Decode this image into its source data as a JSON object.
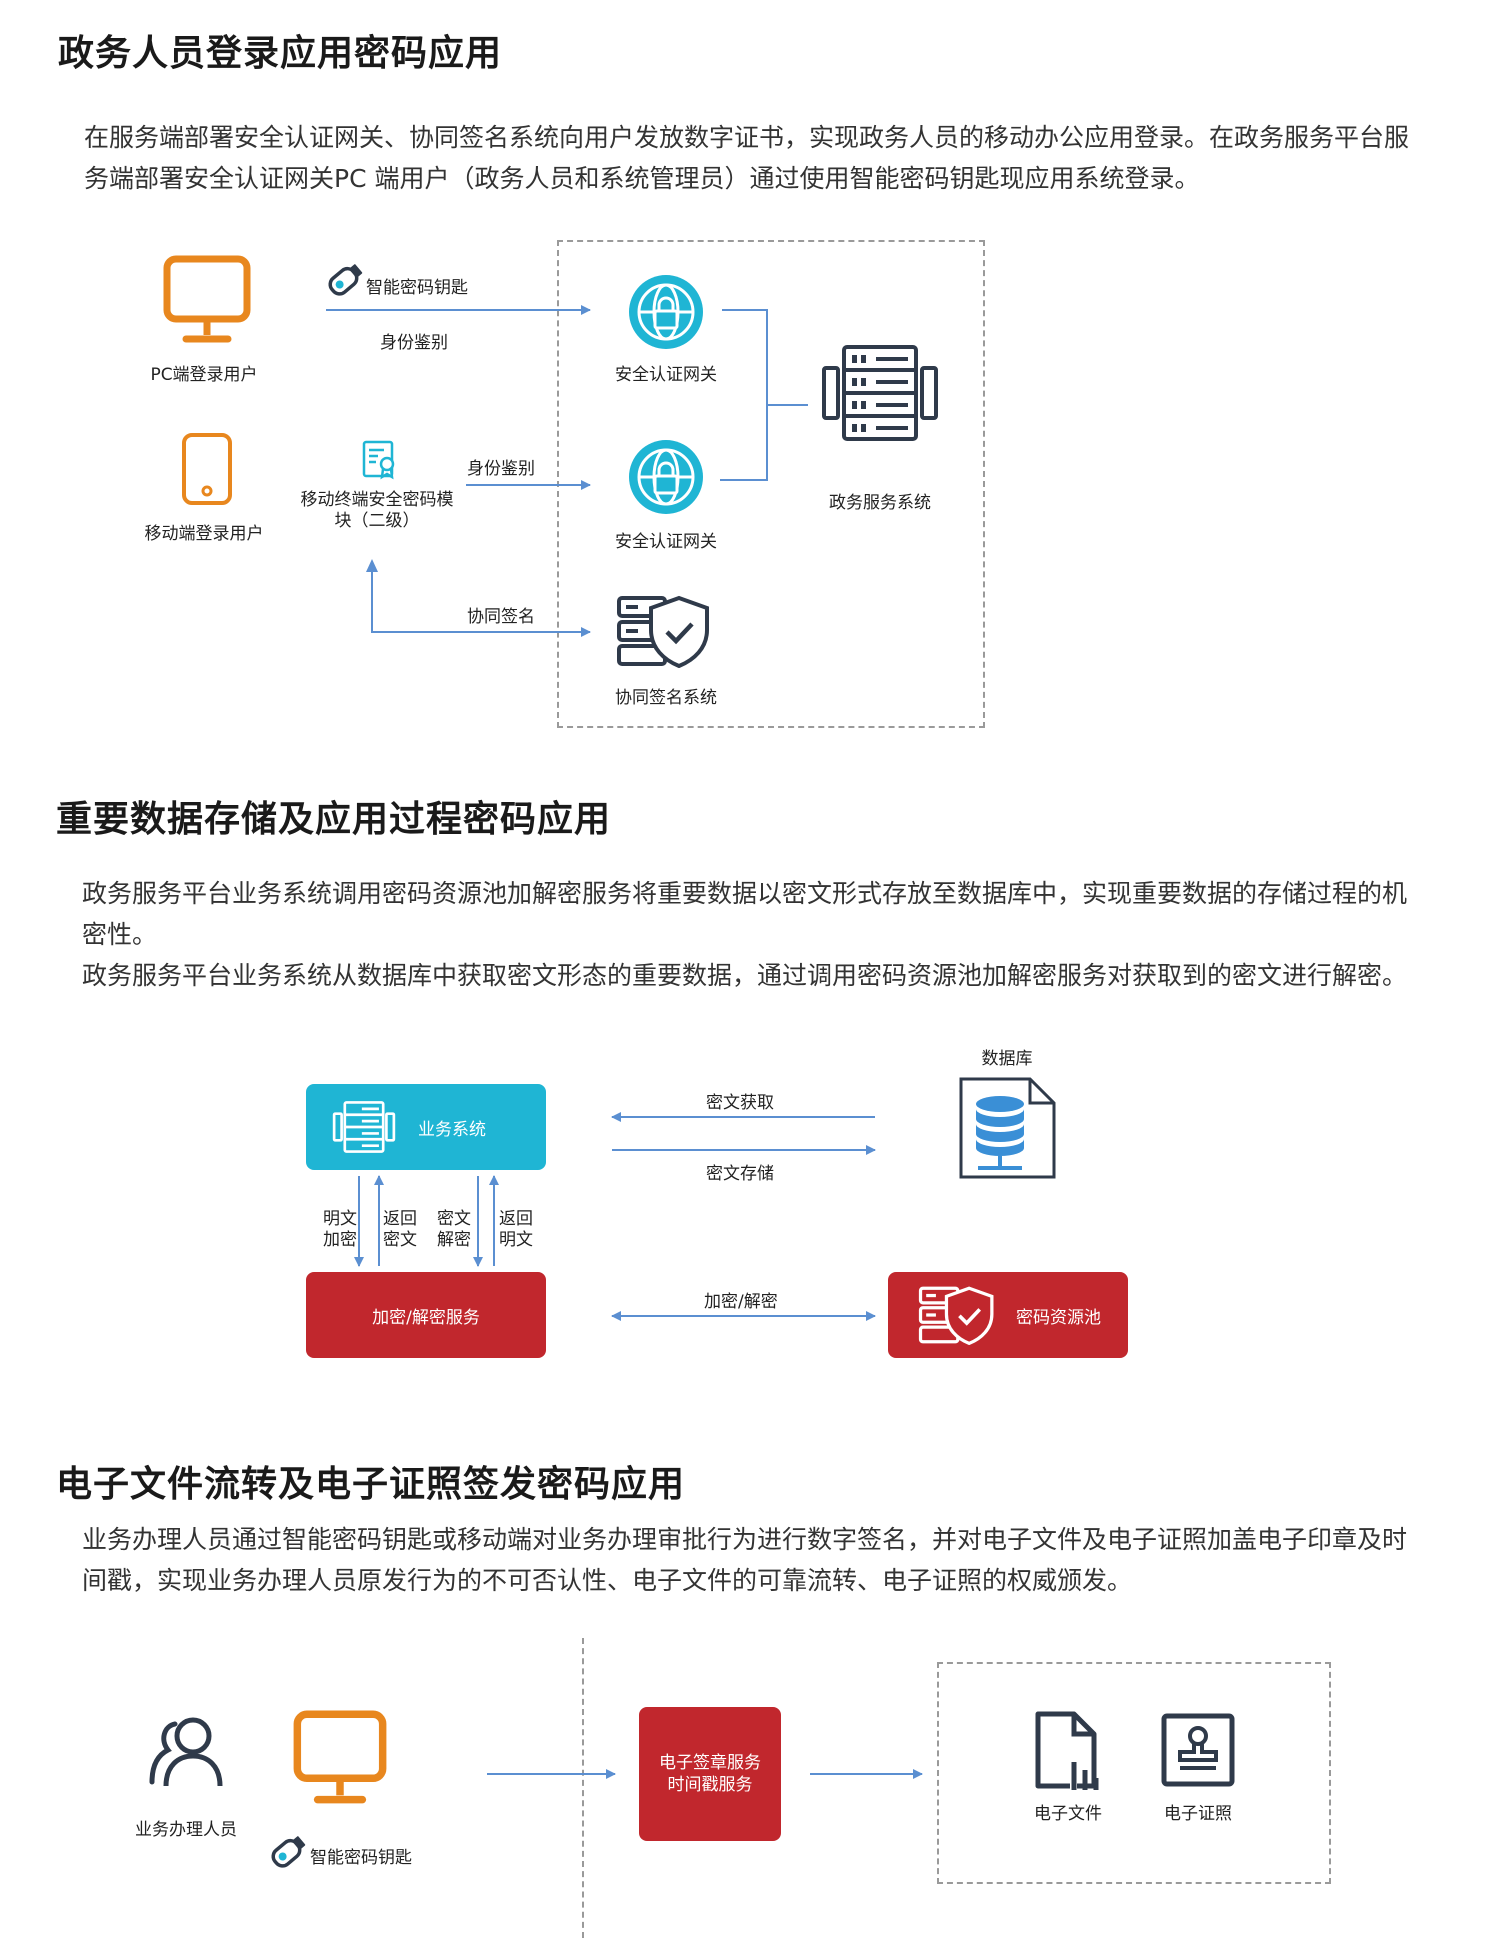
{
  "colors": {
    "orange": "#e8871e",
    "cyan": "#1fb5d4",
    "red": "#c1272d",
    "arrow": "#5b8fd1",
    "dark": "#2f3a4a"
  },
  "section1": {
    "title": "政务人员登录应用密码应用",
    "para": "在服务端部署安全认证网关、协同签名系统向用户发放数字证书，实现政务人员的移动办公应用登录。在政务服务平台服务端部署安全认证网关PC 端用户（政务人员和系统管理员）通过使用智能密码钥匙现应用系统登录。",
    "diagram": {
      "pc_user": "PC端登录用户",
      "mobile_user": "移动端登录用户",
      "smart_key": "智能密码钥匙",
      "id_auth_1": "身份鉴别",
      "id_auth_2": "身份鉴别",
      "mobile_module": "移动终端安全密码模块（二级）",
      "co_sign": "协同签名",
      "gateway_1": "安全认证网关",
      "gateway_2": "安全认证网关",
      "co_sign_system": "协同签名系统",
      "gov_system": "政务服务系统"
    }
  },
  "section2": {
    "title": "重要数据存储及应用过程密码应用",
    "para1": "政务服务平台业务系统调用密码资源池加解密服务将重要数据以密文形式存放至数据库中，实现重要数据的存储过程的机密性。",
    "para2": "政务服务平台业务系统从数据库中获取密文形态的重要数据，通过调用密码资源池加解密服务对获取到的密文进行解密。",
    "diagram": {
      "business_system": "业务系统",
      "database": "数据库",
      "cipher_fetch": "密文获取",
      "cipher_store": "密文存储",
      "v1a": "明文",
      "v1b": "加密",
      "v2a": "返回",
      "v2b": "密文",
      "v3a": "密文",
      "v3b": "解密",
      "v4a": "返回",
      "v4b": "明文",
      "crypto_service": "加密/解密服务",
      "enc_dec": "加密/解密",
      "crypto_pool": "密码资源池"
    }
  },
  "section3": {
    "title": "电子文件流转及电子证照签发密码应用",
    "para": "业务办理人员通过智能密码钥匙或移动端对业务办理审批行为进行数字签名，并对电子文件及电子证照加盖电子印章及时间戳，实现业务办理人员原发行为的不可否认性、电子文件的可靠流转、电子证照的权威颁发。",
    "diagram": {
      "staff": "业务办理人员",
      "smart_key": "智能密码钥匙",
      "seal_line1": "电子签章服务",
      "seal_line2": "时间戳服务",
      "e_file": "电子文件",
      "e_license": "电子证照"
    }
  }
}
